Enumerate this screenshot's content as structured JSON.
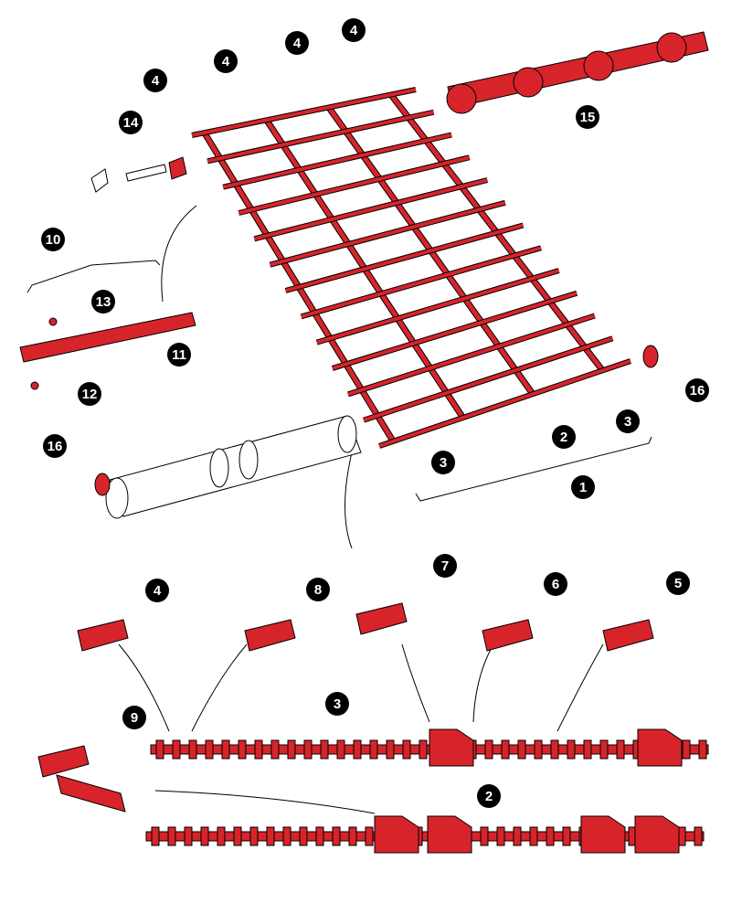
{
  "diagram": {
    "part_color": "#d7242b",
    "outline_color": "#000000",
    "callouts": [
      {
        "label": "4"
      },
      {
        "label": "4"
      },
      {
        "label": "4"
      },
      {
        "label": "4"
      },
      {
        "label": "14"
      },
      {
        "label": "15"
      },
      {
        "label": "10"
      },
      {
        "label": "13"
      },
      {
        "label": "11"
      },
      {
        "label": "12"
      },
      {
        "label": "16"
      },
      {
        "label": "16"
      },
      {
        "label": "3"
      },
      {
        "label": "3"
      },
      {
        "label": "2"
      },
      {
        "label": "1"
      },
      {
        "label": "4"
      },
      {
        "label": "8"
      },
      {
        "label": "7"
      },
      {
        "label": "6"
      },
      {
        "label": "5"
      },
      {
        "label": "9"
      },
      {
        "label": "3"
      },
      {
        "label": "2"
      }
    ]
  }
}
